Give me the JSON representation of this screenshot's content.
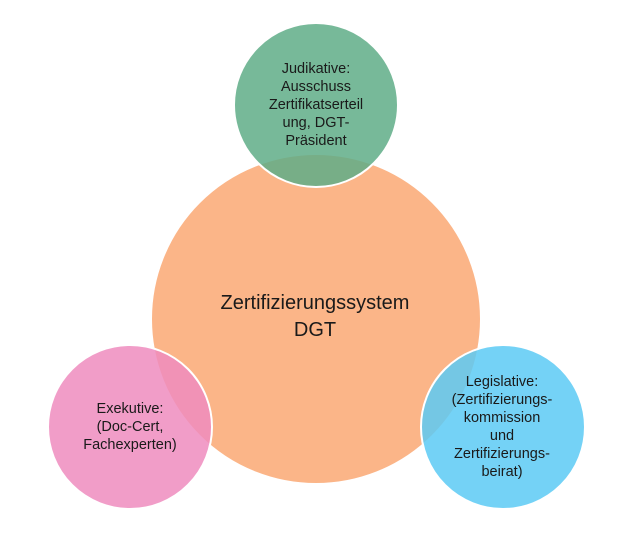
{
  "diagram": {
    "center": {
      "lines": [
        "Zertifizierungssystem",
        "DGT"
      ],
      "color": "#FBB588"
    },
    "top": {
      "lines": [
        "Judikative:",
        "Ausschuss",
        "Zertifikatserteil",
        "ung, DGT-",
        "Präsident"
      ],
      "color": "#5FAD87"
    },
    "left": {
      "lines": [
        "Exekutive:",
        "(Doc-Cert,",
        "Fachexperten)"
      ],
      "color": "#EF8CBE"
    },
    "right": {
      "lines": [
        "Legislative:",
        "(Zertifizierungs-",
        "kommission",
        "und",
        "Zertifizierungs-",
        "beirat)"
      ],
      "color": "#5CCAF5"
    }
  }
}
